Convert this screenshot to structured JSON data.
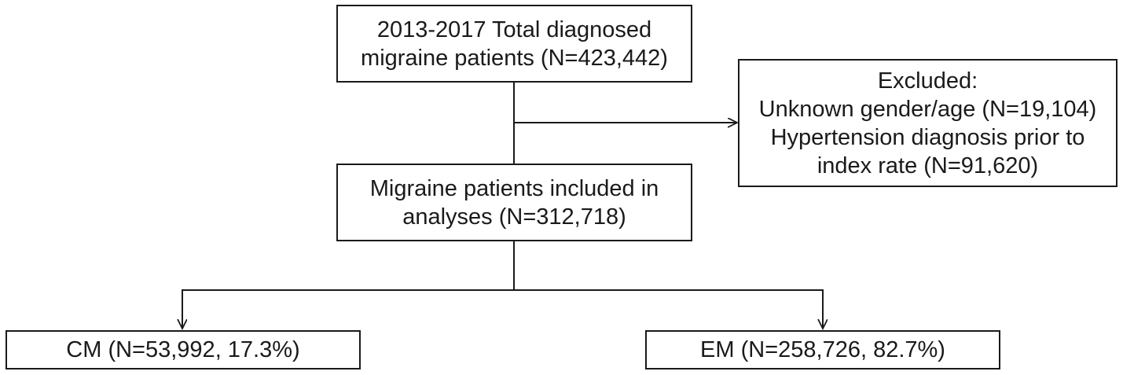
{
  "flowchart": {
    "total": {
      "line1": "2013-2017 Total diagnosed",
      "line2": "migraine patients (N=423,442)"
    },
    "excluded": {
      "line1": "Excluded:",
      "line2": "Unknown gender/age (N=19,104)",
      "line3": "Hypertension diagnosis prior to",
      "line4": "index rate (N=91,620)"
    },
    "included": {
      "line1": "Migraine patients included in",
      "line2": "analyses (N=312,718)"
    },
    "cm": {
      "line1": "CM (N=53,992, 17.3%)"
    },
    "em": {
      "line1": "EM (N=258,726, 82.7%)"
    }
  },
  "style": {
    "line_color": "#1a1a1a",
    "box_border_color": "#1a1a1a",
    "background": "#ffffff"
  }
}
